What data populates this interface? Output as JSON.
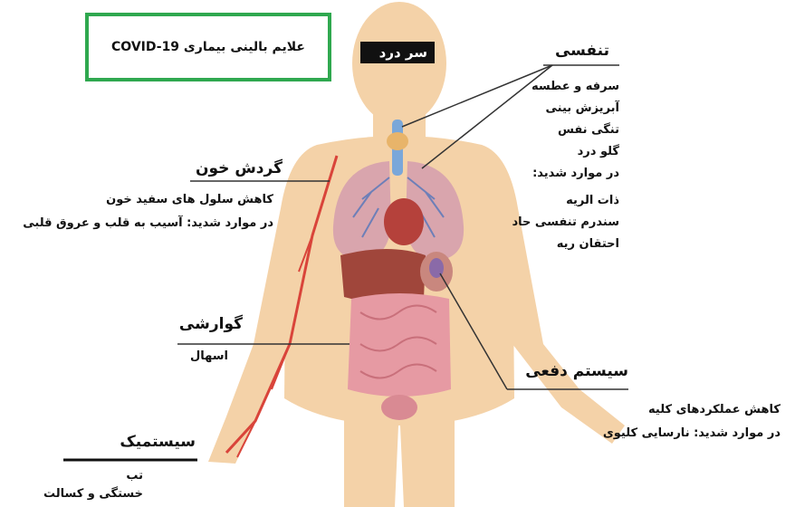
{
  "title": "علایم بالینی بیماری COVID-19",
  "head": {
    "label": "سر درد"
  },
  "respiratory": {
    "heading": "تنفسی",
    "items": [
      "سرفه و عطسه",
      "آبریزش بینی",
      "تنگی نفس",
      "گلو درد",
      "در موارد شدید:",
      "ذات الریه",
      "سندرم تنفسی حاد",
      "احتقان ریه"
    ]
  },
  "circulatory": {
    "heading": "گردش خون",
    "items": [
      "کاهش سلول های سفید خون",
      "در موارد شدید: آسیب به قلب و عروق قلبی"
    ]
  },
  "digestive": {
    "heading": "گوارشی",
    "items": [
      "اسهال"
    ]
  },
  "excretory": {
    "heading": "سیستم دفعی",
    "items": [
      "کاهش عملکردهای کلیه",
      "در موارد شدید: نارسایی کلیوی"
    ]
  },
  "systemic": {
    "heading": "سیستمیک",
    "items": [
      "تب",
      "خستگی و کسالت"
    ]
  },
  "colors": {
    "skin": "#f4d2a8",
    "frame": "#2fa84f",
    "artery": "#d9443a",
    "lung": "#d9a5ad",
    "liver": "#a0463b",
    "intestine": "#e69aa3"
  }
}
